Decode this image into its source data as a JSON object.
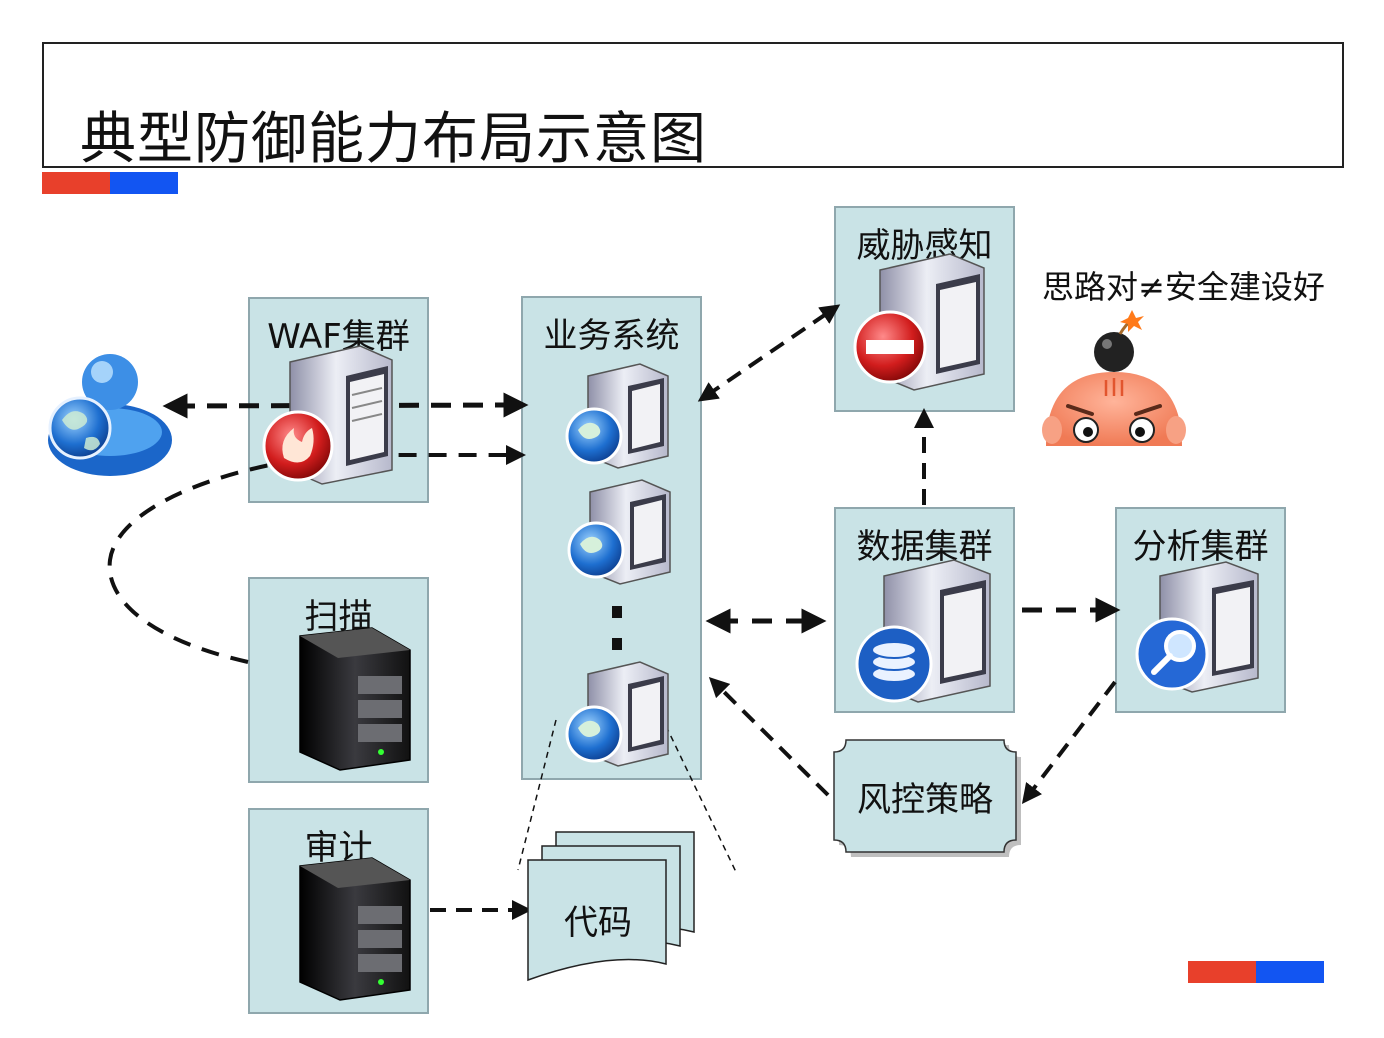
{
  "slide": {
    "title": "典型防御能力布局示意图",
    "note": "思路对≠安全建设好",
    "colors": {
      "red": "#e8402b",
      "blue": "#1255f2",
      "node_fill": "#c9e3e6",
      "node_border": "#8fa7ad"
    }
  },
  "nodes": {
    "waf": "WAF集群",
    "business": "业务系统",
    "threat": "威胁感知",
    "data": "数据集群",
    "analysis": "分析集群",
    "scan": "扫描",
    "audit": "审计",
    "risk": "风控策略",
    "code": "代码"
  },
  "icons": {
    "user": "user-globe-icon",
    "waf": "firewall-server-icon",
    "business": "web-server-icon",
    "threat": "stop-server-icon",
    "data": "database-server-icon",
    "analysis": "search-server-icon",
    "scan": "black-server-icon",
    "audit": "black-server-icon",
    "mascot": "bomb-head-mascot-icon"
  }
}
